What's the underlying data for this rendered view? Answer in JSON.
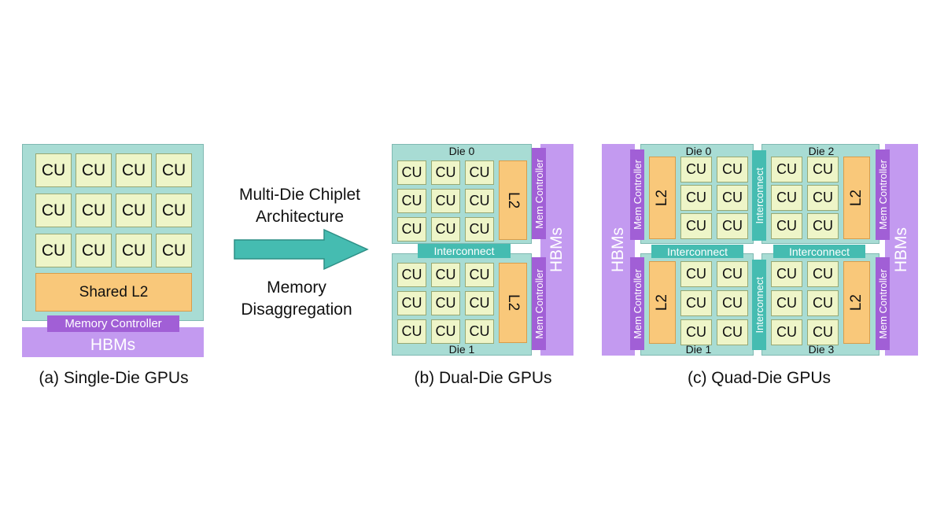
{
  "labels": {
    "cu": "CU",
    "shared_l2": "Shared L2",
    "l2": "L2",
    "memory_controller": "Memory Controller",
    "mem_controller": "Mem Controller",
    "hbms": "HBMs",
    "interconnect": "Interconnect"
  },
  "arrow": {
    "top_line1": "Multi-Die Chiplet",
    "top_line2": "Architecture",
    "bottom_line1": "Memory",
    "bottom_line2": "Disaggregation"
  },
  "captions": {
    "single": "(a) Single-Die GPUs",
    "dual": "(b) Dual-Die GPUs",
    "quad": "(c) Quad-Die GPUs"
  },
  "dies": {
    "d0": "Die 0",
    "d1": "Die 1",
    "d2": "Die 2",
    "d3": "Die 3"
  },
  "colors": {
    "die": "#a8dcd4",
    "cu": "#eef5c8",
    "l2": "#f9c87a",
    "memory_controller": "#a15fd6",
    "hbm": "#c39af0",
    "interconnect": "#45bcb1",
    "arrow": "#45bcb1"
  }
}
